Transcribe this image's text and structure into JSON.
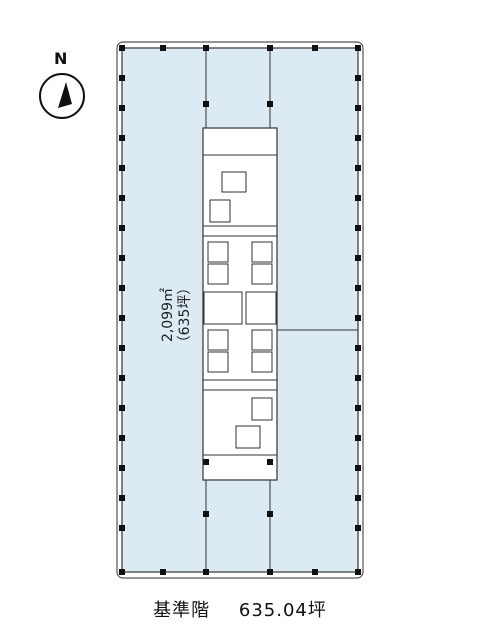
{
  "compass": {
    "label": "N"
  },
  "floor": {
    "area_sqm": "2,099㎡",
    "area_tsubo": "（635坪）"
  },
  "caption": {
    "name": "基準階",
    "value": "635.04坪"
  },
  "colors": {
    "floor_fill": "#dbeaf3",
    "core_fill": "#ffffff",
    "wall": "#333333",
    "column": "#111111"
  }
}
